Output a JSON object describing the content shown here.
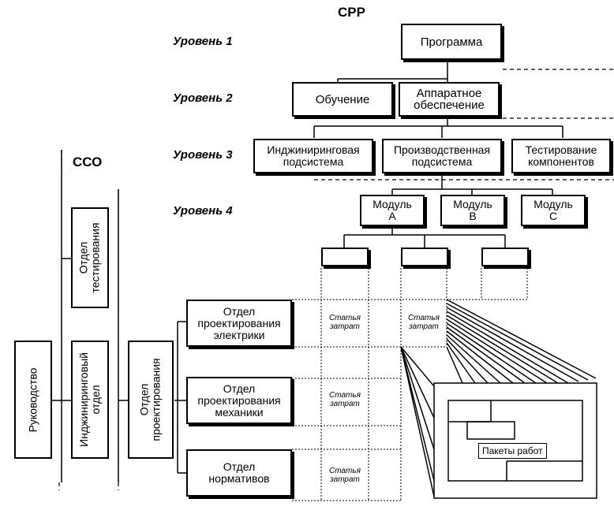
{
  "headers": {
    "wbs": "СРР",
    "obs": "ССО"
  },
  "levels": [
    "Уровень 1",
    "Уровень 2",
    "Уровень 3",
    "Уровень 4"
  ],
  "wbs_nodes": {
    "program": "Программа",
    "training": "Обучение",
    "hardware": "Аппаратное\nобеспечение",
    "eng_sub": "Инджиниринговая\nподсистема",
    "prod_sub": "Производственная\nподсистема",
    "testing": "Тестирование\nкомпонентов",
    "module_a": "Модуль\nА",
    "module_b": "Модуль\nВ",
    "module_c": "Модуль\nС"
  },
  "obs_nodes": {
    "management": "Руководство",
    "engineering": "Инджиниринговый\nотдел",
    "test_dept": "Отдел\nтестирования",
    "design_dept": "Отдел\nпроектирования",
    "elec": "Отдел\nпроектирования\nэлектрики",
    "mech": "Отдел\nпроектирования\nмеханики",
    "norms": "Отдел\nнормативов"
  },
  "cost_label": "Статья\nзатрат",
  "work_packages": "Пакеты работ"
}
